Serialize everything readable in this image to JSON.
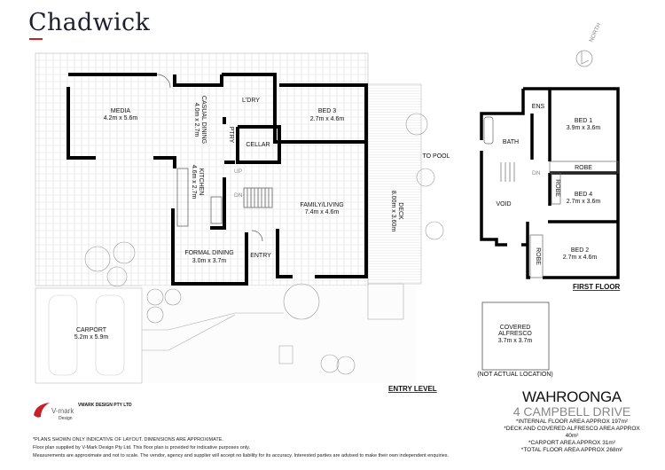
{
  "brand": {
    "name": "Chadwick",
    "accent_color": "#d0201b"
  },
  "compass": {
    "label": "NORTH"
  },
  "entry_level": {
    "label": "ENTRY LEVEL",
    "rooms": [
      {
        "name": "MEDIA",
        "size": "4.2m x 5.6m"
      },
      {
        "name": "CASUAL DINING",
        "size": "4.0m x 2.7m"
      },
      {
        "name": "KITCHEN",
        "size": "4.6m x 2.7m"
      },
      {
        "name": "L'DRY"
      },
      {
        "name": "PTRY"
      },
      {
        "name": "CELLAR"
      },
      {
        "name": "BED 3",
        "size": "2.7m x 4.6m"
      },
      {
        "name": "FAMILY/LIVING",
        "size": "7.4m x 4.6m"
      },
      {
        "name": "FORMAL DINING",
        "size": "3.0m x 3.7m"
      },
      {
        "name": "ENTRY"
      },
      {
        "name": "DECK",
        "size": "8.00m x 3.60m"
      },
      {
        "name": "CARPORT",
        "size": "5.2m x 5.9m"
      }
    ],
    "stair_up": "UP",
    "stair_dn": "DN",
    "to_pool": "TO POOL"
  },
  "first_floor": {
    "label": "FIRST FLOOR",
    "rooms": [
      {
        "name": "BED 1",
        "size": "3.9m x 3.6m"
      },
      {
        "name": "ENS"
      },
      {
        "name": "BATH"
      },
      {
        "name": "ROBE"
      },
      {
        "name": "BED 4",
        "size": "2.7m x 3.6m"
      },
      {
        "name": "ROBE"
      },
      {
        "name": "VOID"
      },
      {
        "name": "BED 2",
        "size": "2.7m x 4.6m"
      },
      {
        "name": "ROBE"
      }
    ],
    "stair_dn": "DN"
  },
  "alfresco": {
    "name": "COVERED",
    "name2": "ALFRESCO",
    "size": "3.7m x 3.7m",
    "note": "(NOT ACTUAL LOCATION)"
  },
  "title_block": {
    "suburb": "WAHROONGA",
    "street": "4 CAMPBELL DRIVE",
    "areas": [
      "*INTERNAL FLOOR AREA APPROX 197m²",
      "*DECK AND COVERED ALFRESCO AREA APPROX 40m²",
      "*CARPORT AREA APPROX 31m²",
      "*TOTAL FLOOR AREA APPROX 268m²"
    ]
  },
  "designer": {
    "logo_text": "V-mark Design",
    "company": "VMARK DESIGN PTY LTD"
  },
  "notes": [
    "*PLANS SHOWN ONLY INDICATIVE OF LAYOUT. DIMENSIONS ARE APPROXIMATE.",
    "Floor plan supplied by V-Mark Design Pty Ltd. This floor plan is provided for indicative purposes only.",
    "Measurements are approximate and not to scale. The vendor, agency and supplier will accept no liability for its accuracy. Interested parties are advised to make their own independent enquiries."
  ]
}
